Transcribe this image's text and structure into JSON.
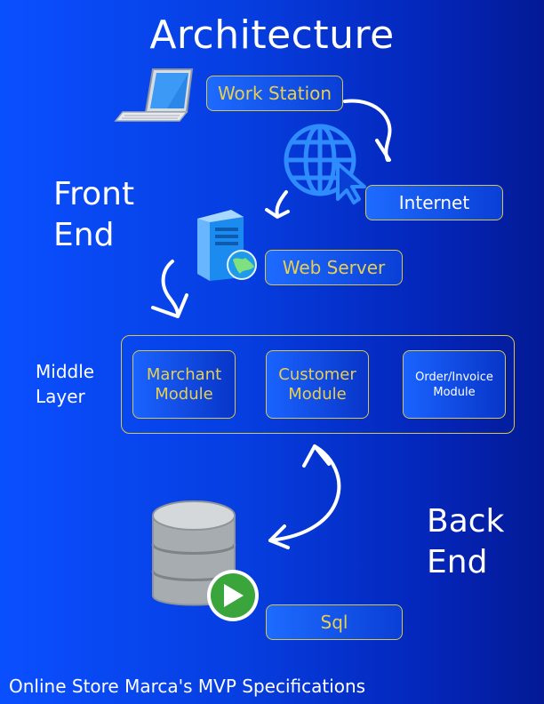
{
  "title": "Architecture",
  "sections": {
    "front_end": [
      "Front",
      "End"
    ],
    "middle_layer": [
      "Middle",
      "Layer"
    ],
    "back_end": [
      "Back",
      "End"
    ]
  },
  "nodes": {
    "work_station": "Work Station",
    "internet": "Internet",
    "web_server": "Web Server",
    "sql": "Sql"
  },
  "modules": [
    {
      "label": "Marchant\nModule",
      "color": "#e8cf52"
    },
    {
      "label": "Customer\nModule",
      "color": "#e8cf52"
    },
    {
      "label": "Order/Invoice\nModule",
      "color": "#ffffff"
    }
  ],
  "footer": "Online Store Marca's MVP Specifications",
  "colors": {
    "accent": "#d9c64a",
    "label": "#e8cf52"
  },
  "icons": [
    "laptop-icon",
    "globe-cursor-icon",
    "server-globe-icon",
    "database-play-icon"
  ]
}
